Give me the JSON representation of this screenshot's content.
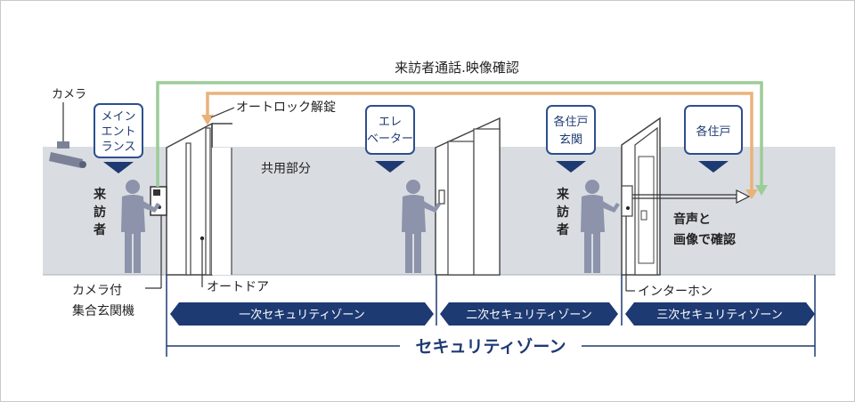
{
  "top_label": "来訪者通話.映像確認",
  "camera_label": "カメラ",
  "autolock_label": "オートロック解錠",
  "common_area_label": "共用部分",
  "markers": {
    "main_entrance": [
      "メイン",
      "エント",
      "ランス"
    ],
    "elevator": [
      "エレ",
      "ベーター"
    ],
    "unit_entrance": [
      "各住戸",
      "玄関"
    ],
    "unit": [
      "各住戸"
    ]
  },
  "visitor_label_1": [
    "来",
    "訪",
    "者"
  ],
  "visitor_label_2": [
    "来",
    "訪",
    "者"
  ],
  "audio_video_label": [
    "音声と",
    "画像で確認"
  ],
  "entry_panel_label": [
    "カメラ付",
    "集合玄関機"
  ],
  "auto_door_label": "オートドア",
  "intercom_label": "インターホン",
  "zones": [
    "一次セキュリティゾーン",
    "二次セキュリティゾーン",
    "三次セキュリティゾーン"
  ],
  "security_zone_label": "セキュリティゾーン",
  "colors": {
    "navy": "#1e3a73",
    "wall": "#d9dde2",
    "green_line": "#9ccc98",
    "orange_line": "#eab27b",
    "person": "#8c93ab",
    "marker_border": "#2d4f8e"
  }
}
